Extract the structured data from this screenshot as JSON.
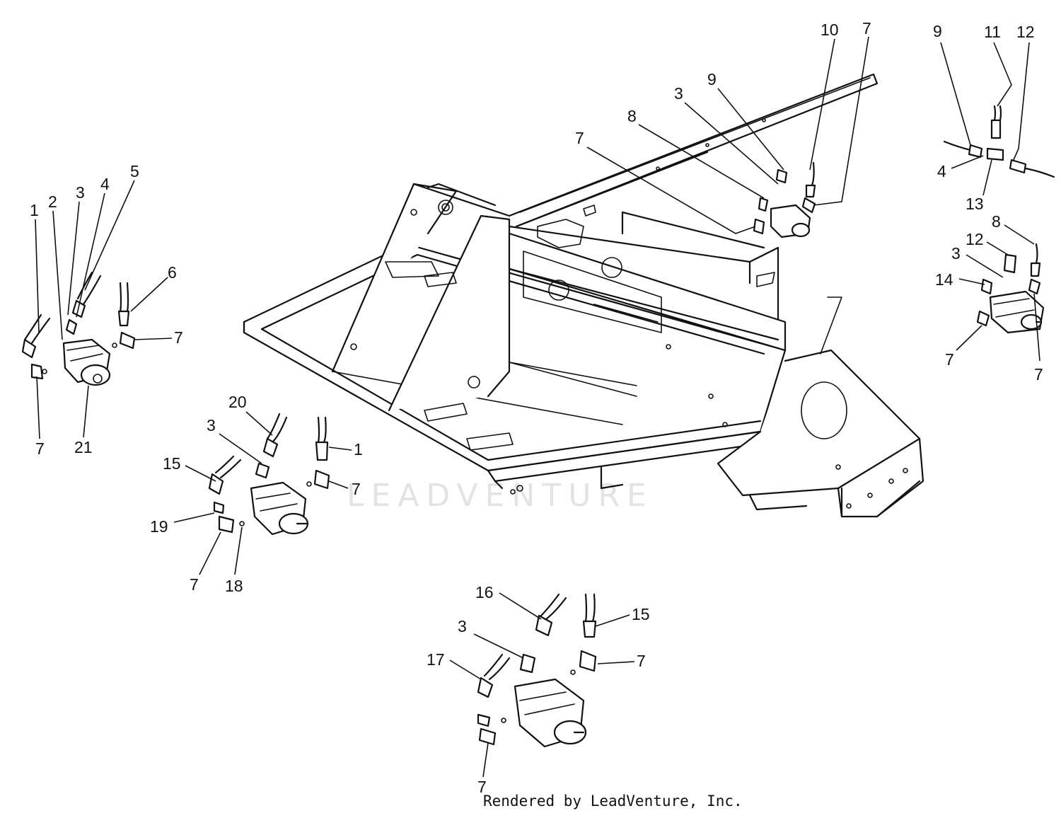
{
  "watermark": "LEADVENTURE",
  "credit": "Rendered by LeadVenture, Inc.",
  "callouts": {
    "c1": "1",
    "c2": "2",
    "c3": "3",
    "c4": "4",
    "c5": "5",
    "c6": "6",
    "c7": "7",
    "c8": "7",
    "c9": "21",
    "c10": "20",
    "c11": "1",
    "c12": "3",
    "c13": "15",
    "c14": "7",
    "c15": "19",
    "c16": "7",
    "c17": "18",
    "c18": "16",
    "c19": "15",
    "c20": "3",
    "c21": "17",
    "c22": "7",
    "c23": "7",
    "c24": "10",
    "c25": "7",
    "c26": "9",
    "c27": "3",
    "c28": "8",
    "c29": "7",
    "c30": "9",
    "c31": "11",
    "c32": "12",
    "c33": "4",
    "c34": "13",
    "c35": "8",
    "c36": "12",
    "c37": "3",
    "c38": "14",
    "c39": "7",
    "c40": "7"
  }
}
